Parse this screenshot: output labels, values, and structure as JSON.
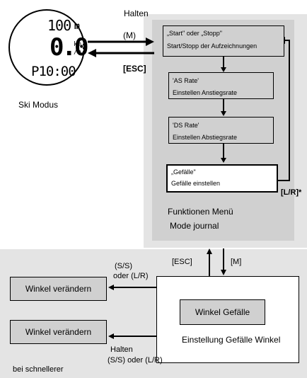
{
  "watch": {
    "altitude_value": "100",
    "altitude_unit": "m",
    "speed_value": "0.0",
    "speed_unit_top": "km",
    "speed_unit_bottom": "/h",
    "time_value": "P10:00",
    "caption": "Ski Modus"
  },
  "labels": {
    "halten_top": "Halten",
    "m_button": "(M)",
    "esc_left": "[ESC]",
    "lr_button": "[L/R]*",
    "menu_title": "Funktionen Menü",
    "menu_subtitle": "Mode journal",
    "esc_mid": "[ESC]",
    "m_mid": "[M]",
    "ss_or_lr_line1": "(S/S)",
    "ss_or_lr_line2": "oder (L/R)",
    "halten_bottom_line1": "Halten",
    "halten_bottom_line2": "(S/S) oder (L/R)",
    "bottom_note": "bei schnellerer"
  },
  "menu_boxes": [
    {
      "line1": "„Start\" oder „Stopp\"",
      "line2": "Start/Stopp der Aufzeichnungen"
    },
    {
      "line1": "'AS Rate'",
      "line2": "Einstellen Anstiegsrate"
    },
    {
      "line1": "'DS Rate'",
      "line2": "Einstellen Abstiegsrate"
    },
    {
      "line1": "„Gefälle\"",
      "line2": "Gefälle einstellen"
    }
  ],
  "bottom": {
    "winkel_change_1": "Winkel verändern",
    "winkel_change_2": "Winkel verändern",
    "winkel_gefaelle": "Winkel Gefälle",
    "einstellung": "Einstellung Gefälle Winkel"
  }
}
